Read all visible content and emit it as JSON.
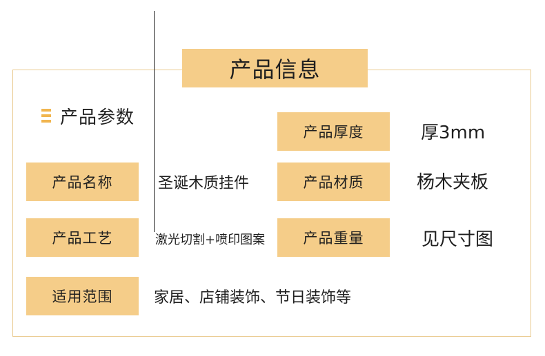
{
  "title": "产品信息",
  "section_title": "产品参数",
  "colors": {
    "accent": "#f5cd89",
    "border": "#e9c98d",
    "icon": "#f1b54f",
    "text": "#1f1f1f"
  },
  "params": {
    "thickness": {
      "label": "产品厚度",
      "value": "厚3mm"
    },
    "name": {
      "label": "产品名称",
      "value": "圣诞木质挂件"
    },
    "material": {
      "label": "产品材质",
      "value": "杨木夹板"
    },
    "craft": {
      "label": "产品工艺",
      "value": "激光切割+喷印图案"
    },
    "weight": {
      "label": "产品重量",
      "value": "见尺寸图"
    },
    "usage": {
      "label": "适用范围",
      "value": "家居、店铺装饰、节日装饰等"
    }
  }
}
